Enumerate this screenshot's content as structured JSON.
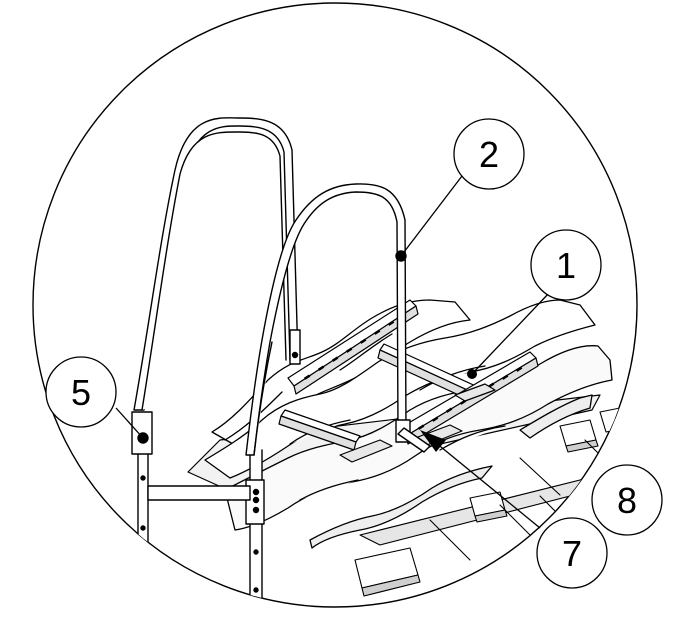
{
  "callouts": [
    {
      "id": "label-2",
      "text": "2"
    },
    {
      "id": "label-1",
      "text": "1"
    },
    {
      "id": "label-5",
      "text": "5"
    },
    {
      "id": "label-8",
      "text": "8"
    },
    {
      "id": "label-7",
      "text": "7"
    }
  ],
  "colors": {
    "line": "#000000",
    "background": "#ffffff",
    "shade": "#d9d9d9"
  }
}
